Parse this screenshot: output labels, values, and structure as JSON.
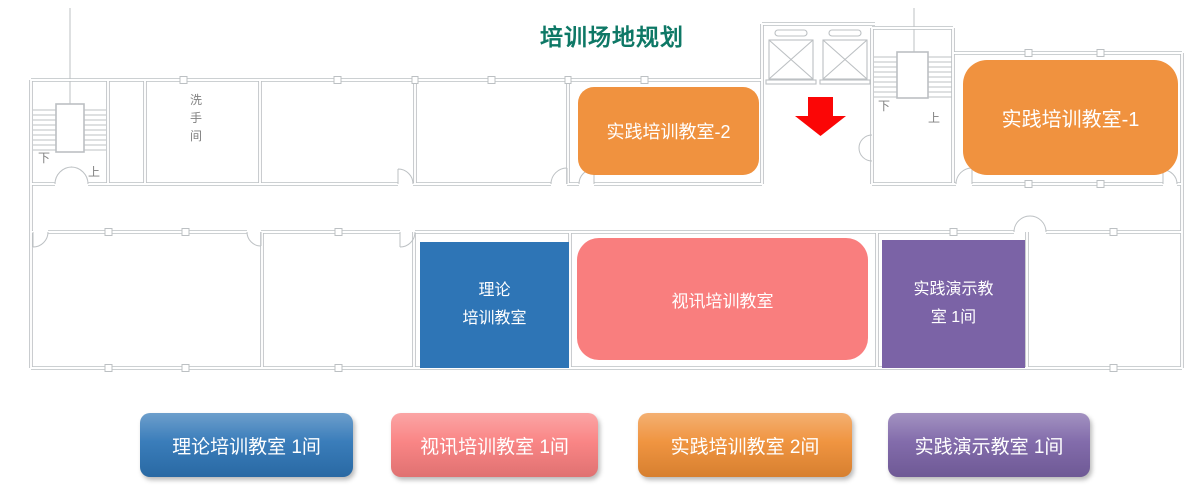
{
  "title": {
    "text": "培训场地规划",
    "color": "#0E7866"
  },
  "plan": {
    "restroom_chars": [
      "洗",
      "手",
      "间"
    ],
    "stair_down": "下",
    "stair_up": "上",
    "line_color": "#BCC0C3",
    "label_color": "#808080"
  },
  "rooms": {
    "practice2": {
      "label": "实践培训教室-2",
      "color": "#F0923F"
    },
    "practice1": {
      "label": "实践培训教室-1",
      "color": "#F0923F"
    },
    "theory": {
      "label": "理论\n培训教室",
      "color": "#2E75B6"
    },
    "video": {
      "label": "视讯培训教室",
      "color": "#F97E7E"
    },
    "demo": {
      "label": "实践演示教\n室 1间",
      "color": "#7B63A6"
    }
  },
  "arrow": {
    "direction": "down",
    "color": "#FB0606"
  },
  "legend": {
    "items": [
      {
        "label": "理论培训教室 1间",
        "color": "#2E75B6"
      },
      {
        "label": "视讯培训教室 1间",
        "color": "#F97E7E"
      },
      {
        "label": "实践培训教室 2间",
        "color": "#EF8E35"
      },
      {
        "label": "实践演示教室 1间",
        "color": "#7B63A6"
      }
    ]
  }
}
